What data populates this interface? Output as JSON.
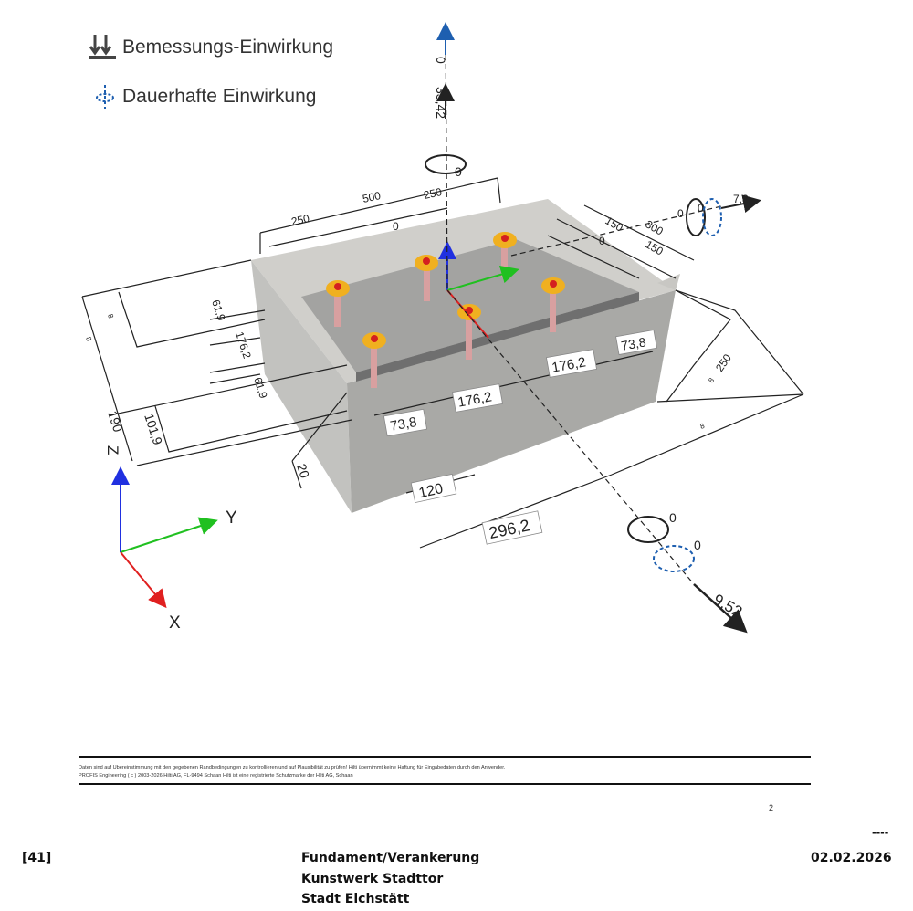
{
  "legend": {
    "design_load": "Bemessungs-Einwirkung",
    "permanent_load": "Dauerhafte Einwirkung"
  },
  "diagram": {
    "top_force": "0",
    "top_force2": "33,42",
    "top_moment": "0",
    "right_moment_a": "0",
    "right_moment_b": "0",
    "right_force": "7,3",
    "bottom_moment_a": "0",
    "bottom_moment_b": "0",
    "bottom_force": "9,52",
    "dims": {
      "d500": "500",
      "d250a": "250",
      "d250b": "250",
      "d0a": "0",
      "d150a": "150",
      "d300": "300",
      "d0b": "0",
      "d150b": "150",
      "d619a": "61,9",
      "d1762a": "176,2",
      "d619b": "61,9",
      "d8a": "8",
      "d8b": "8",
      "d190": "190",
      "d1019": "101,9",
      "d738a": "73,8",
      "d1762b": "176,2",
      "d1762c": "176,2",
      "d738b": "73,8",
      "d20": "20",
      "d120": "120",
      "d2962": "296,2",
      "d250c": "250",
      "d8c": "8",
      "d8d": "8"
    },
    "axes": {
      "z": "Z",
      "y": "Y",
      "x": "X"
    }
  },
  "footer": {
    "disclaimer_line1": "Daten sind auf Übereinstimmung mit den gegebenen Randbedingungen zu kontrollieren und auf Plausibilität zu prüfen! Hilti übernimmt keine Haftung für Eingabedaten durch den Anwender.",
    "disclaimer_line2": "PROFIS Engineering ( c ) 2003-2026 Hilti AG, FL-9494 Schaan Hilti ist eine registrierte Schutzmarke der Hilti AG, Schaan",
    "page_number": "2",
    "dash": "----",
    "doc_number": "[41]",
    "title_line1": "Fundament/Verankerung",
    "title_line2": "Kunstwerk Stadttor",
    "title_line3": "Stadt Eichstätt",
    "date": "02.02.2026"
  },
  "colors": {
    "concrete_front": "#b9b9b6",
    "concrete_side": "#9e9e9b",
    "concrete_top": "#d0cfcb",
    "plate": "#8a8a8a",
    "anchor_washer": "#f0b020",
    "anchor_core": "#d42020",
    "axis_x": "#e02020",
    "axis_y": "#20c020",
    "axis_z": "#2030e0",
    "permanent_blue": "#1e5fb0"
  }
}
